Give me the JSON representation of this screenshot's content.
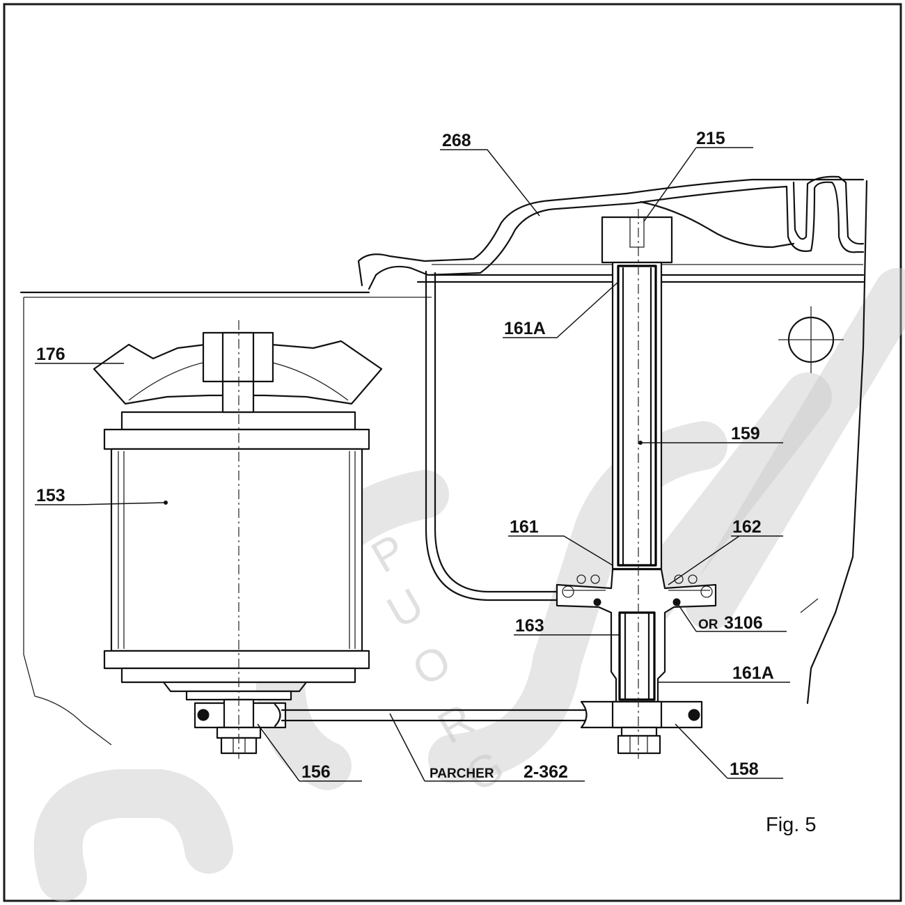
{
  "labels": {
    "l268": "268",
    "l215": "215",
    "l161A_top": "161A",
    "l176": "176",
    "l159": "159",
    "l153": "153",
    "l161": "161",
    "l162": "162",
    "l163": "163",
    "l_or_prefix": "OR",
    "l_or_value": "3106",
    "l161A_bottom": "161A",
    "l156": "156",
    "l_parcher_prefix": "PARCHER",
    "l_parcher_value": "2-362",
    "l158": "158"
  },
  "caption": "Fig. 5",
  "watermark": {
    "letters": [
      "P",
      "U",
      "O",
      "R",
      "G"
    ]
  }
}
